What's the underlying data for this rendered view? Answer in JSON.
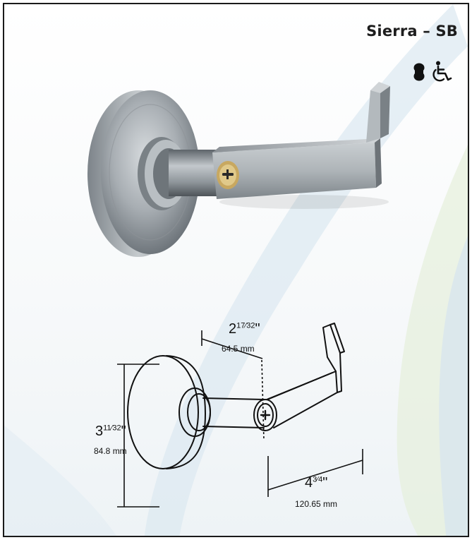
{
  "product": {
    "title": "Sierra – SB"
  },
  "icons": [
    "key-cylinder-icon",
    "wheelchair-accessible-icon"
  ],
  "colors": {
    "frame": "#1a1a1a",
    "swoosh_blue": "#cfe0ec",
    "swoosh_green": "#e6f0dc",
    "chrome": "#9ea5ab"
  },
  "dimensions": {
    "rose_projection": {
      "whole": "2",
      "fraction": "17⁄32",
      "unit": "\"",
      "metric": "64.5 mm"
    },
    "rose_diameter": {
      "whole": "3",
      "fraction": "11⁄32",
      "unit": "\"",
      "metric": "84.8 mm"
    },
    "lever_length": {
      "whole": "4",
      "fraction": "3⁄4",
      "unit": "\"",
      "metric": "120.65 mm"
    }
  }
}
